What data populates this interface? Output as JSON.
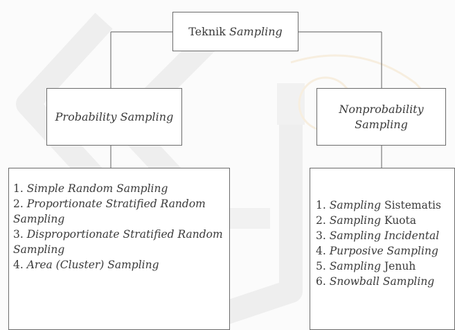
{
  "root": {
    "prefix": "Teknik ",
    "emphasis": "Sampling"
  },
  "probability": {
    "label": "Probability Sampling",
    "items": [
      {
        "num": "1. ",
        "text": "Simple Random Sampling"
      },
      {
        "num": "2. ",
        "text": "Proportionate Stratified Random Sampling"
      },
      {
        "num": "3. ",
        "text": "Disproportionate Stratified Random Sampling"
      },
      {
        "num": "4. ",
        "text": "Area (Cluster) Sampling"
      }
    ]
  },
  "nonprobability": {
    "label_line1": "Nonprobability",
    "label_line2": "Sampling",
    "items": [
      {
        "num": "1. ",
        "italic": "Sampling",
        "plain": " Sistematis"
      },
      {
        "num": "2. ",
        "italic": "Sampling",
        "plain": " Kuota"
      },
      {
        "num": "3. ",
        "italic": "Sampling Incidental",
        "plain": ""
      },
      {
        "num": "4. ",
        "italic": "Purposive Sampling",
        "plain": ""
      },
      {
        "num": "5. ",
        "italic": "Sampling",
        "plain": " Jenuh"
      },
      {
        "num": "6. ",
        "italic": "Snowball Sampling",
        "plain": ""
      }
    ]
  },
  "colors": {
    "line": "#7a7a7a",
    "text": "#3a3a3a",
    "watermark": "#eeeeee"
  }
}
